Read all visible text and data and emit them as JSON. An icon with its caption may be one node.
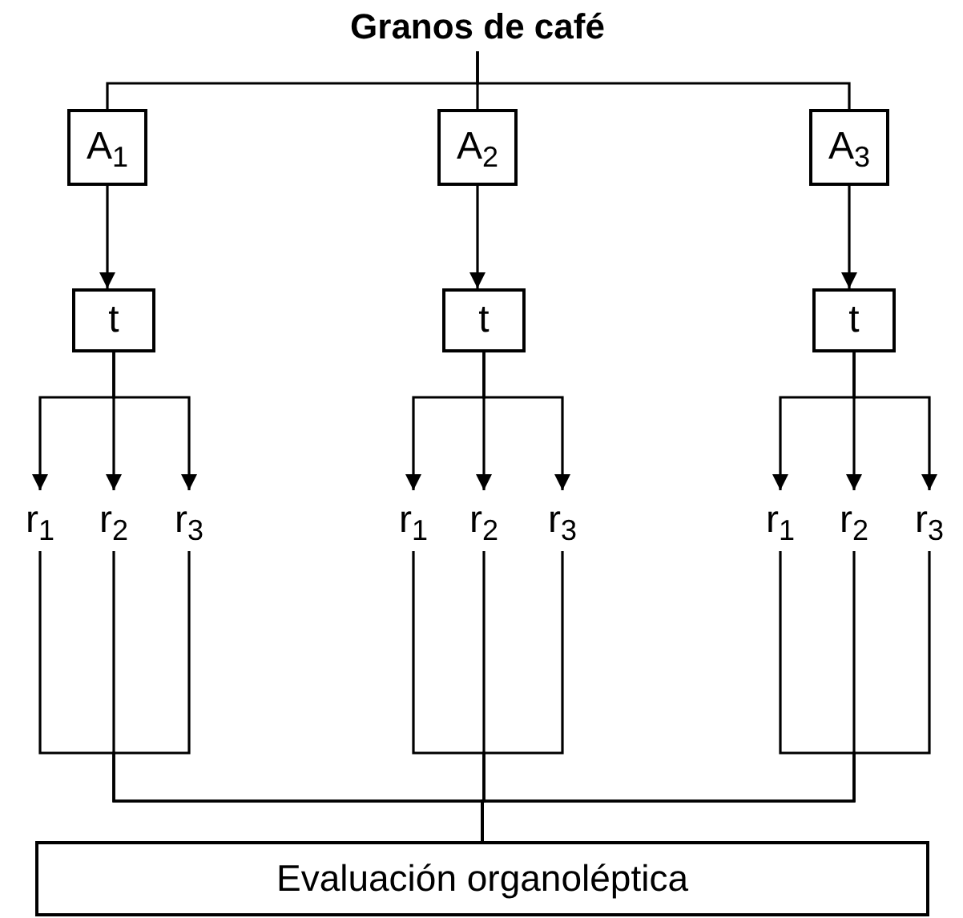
{
  "diagram": {
    "nodes": [
      {
        "text": [
          "Granos de café"
        ]
      },
      {
        "text": [
          "A$_{1}$"
        ]
      },
      {
        "text": [
          "A$_{2}$"
        ]
      },
      {
        "text": [
          "A$_{3}$"
        ]
      },
      {
        "text": [
          "t"
        ]
      },
      {
        "text": [
          "t"
        ]
      },
      {
        "text": [
          "t"
        ]
      },
      {
        "text": [
          "r$_{1}$"
        ]
      },
      {
        "text": [
          "r$_{2}$"
        ]
      },
      {
        "text": [
          "r$_{3}$"
        ]
      },
      {
        "text": [
          "r$_{1}$"
        ]
      },
      {
        "text": [
          "r$_{2}$"
        ]
      },
      {
        "text": [
          "r$_{3}$"
        ]
      },
      {
        "text": [
          "r$_{1}$"
        ]
      },
      {
        "text": [
          "r$_{2}$"
        ]
      },
      {
        "text": [
          "r$_{3}$"
        ]
      },
      {
        "text": [
          "Evaluación organoléptica"
        ]
      }
    ],
    "edges": [
      {
        "from": 0,
        "to": 1,
        "arrow": "none"
      },
      {
        "from": 0,
        "to": 2,
        "arrow": "none"
      },
      {
        "from": 0,
        "to": 3,
        "arrow": "none"
      },
      {
        "from": 1,
        "to": 4,
        "arrow": "to"
      },
      {
        "from": 2,
        "to": 5,
        "arrow": "to"
      },
      {
        "from": 3,
        "to": 6,
        "arrow": "to"
      },
      {
        "from": 4,
        "to": 7,
        "arrow": "to"
      },
      {
        "from": 4,
        "to": 8,
        "arrow": "to"
      },
      {
        "from": 4,
        "to": 9,
        "arrow": "to"
      },
      {
        "from": 5,
        "to": 10,
        "arrow": "to"
      },
      {
        "from": 5,
        "to": 11,
        "arrow": "to"
      },
      {
        "from": 5,
        "to": 12,
        "arrow": "to"
      },
      {
        "from": 6,
        "to": 13,
        "arrow": "to"
      },
      {
        "from": 6,
        "to": 14,
        "arrow": "to"
      },
      {
        "from": 6,
        "to": 15,
        "arrow": "to"
      },
      {
        "from": 7,
        "to": 16,
        "arrow": "none"
      },
      {
        "from": 8,
        "to": 16,
        "arrow": "none"
      },
      {
        "from": 9,
        "to": 16,
        "arrow": "none"
      },
      {
        "from": 10,
        "to": 16,
        "arrow": "none"
      },
      {
        "from": 11,
        "to": 16,
        "arrow": "none"
      },
      {
        "from": 12,
        "to": 16,
        "arrow": "none"
      },
      {
        "from": 13,
        "to": 16,
        "arrow": "none"
      },
      {
        "from": 14,
        "to": 16,
        "arrow": "none"
      },
      {
        "from": 15,
        "to": 16,
        "arrow": "none"
      }
    ]
  }
}
